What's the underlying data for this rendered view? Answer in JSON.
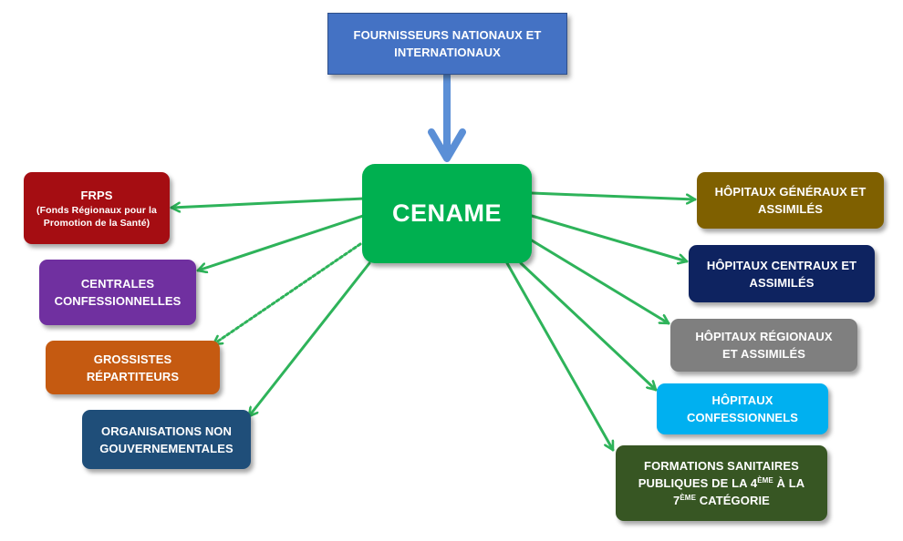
{
  "colors": {
    "arrow_green": "#2eb35a",
    "arrow_blue": "#5b8fd6",
    "top": "#4472c4",
    "center": "#00b050",
    "frps": "#a50d12",
    "centrales": "#7030a0",
    "grossistes": "#c55a11",
    "ong": "#1f4e79",
    "hop_generaux": "#7f6000",
    "hop_centraux": "#0e2360",
    "hop_regionaux": "#7f7f7f",
    "hop_confessionnels": "#00b0f0",
    "formations": "#375623"
  },
  "diagram": {
    "supplier": "FOURNISSEURS NATIONAUX ET INTERNATIONAUX",
    "center": "CENAME",
    "left": {
      "frps_title": "FRPS",
      "frps_subtitle": "(Fonds Régionaux pour la Promotion de la Santé)",
      "centrales": "CENTRALES CONFESSIONNELLES",
      "grossistes": "GROSSISTES RÉPARTITEURS",
      "ong": "ORGANISATIONS NON GOUVERNEMENTALES"
    },
    "right": {
      "hop_generaux": "HÔPITAUX GÉNÉRAUX ET ASSIMILÉS",
      "hop_centraux": "HÔPITAUX CENTRAUX ET ASSIMILÉS",
      "hop_regionaux": "HÔPITAUX RÉGIONAUX ET ASSIMILÉS",
      "hop_confessionnels": "HÔPITAUX CONFESSIONNELS",
      "formations_line1": "FORMATIONS SANITAIRES",
      "formations_line2a": "PUBLIQUES DE LA 4",
      "formations_sup1": "ÈME",
      "formations_line2b": " À LA",
      "formations_line3a": "7",
      "formations_sup2": "ÈME",
      "formations_line3b": " CATÉGORIE"
    }
  }
}
